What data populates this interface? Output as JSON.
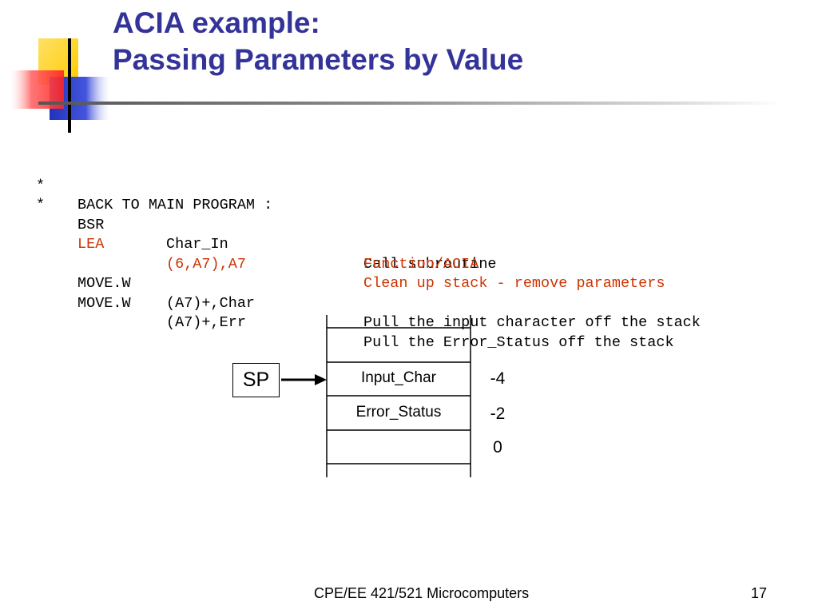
{
  "slide": {
    "title_line1": "ACIA example:",
    "title_line2": "Passing Parameters by Value"
  },
  "code": {
    "lines": [
      {
        "c1": "*",
        "c2": "BACK TO MAIN PROGRAM :",
        "c3": "",
        "c4": "",
        "highlight": false
      },
      {
        "c1": "*",
        "c2": "",
        "c3": "",
        "c4": "",
        "highlight": false
      },
      {
        "c1": "",
        "c2": "BSR",
        "c3": "Char_In",
        "c4": "Call subroutine",
        "highlight": false
      },
      {
        "c1": "",
        "c2": "LEA",
        "c3": "(6,A7),A7",
        "c4": "Clean up stack - remove parameters",
        "highlight": true
      },
      {
        "c1": "",
        "c2": "",
        "c3": "",
        "c4": "Function/ACIA",
        "highlight": true
      },
      {
        "c1": "",
        "c2": "MOVE.W",
        "c3": "(A7)+,Char",
        "c4": "Pull the input character off the stack",
        "highlight": false
      },
      {
        "c1": "",
        "c2": "MOVE.W",
        "c3": "(A7)+,Err",
        "c4": "Pull the Error_Status off the stack",
        "highlight": false
      }
    ],
    "highlight_color": "#cc3300"
  },
  "stack": {
    "pointer_label": "SP",
    "cells": [
      "Input_Char",
      "Error_Status"
    ],
    "offsets": [
      "-4",
      "-2",
      "0"
    ]
  },
  "footer": {
    "course": "CPE/EE 421/521 Microcomputers",
    "page_number": "17"
  },
  "colors": {
    "title": "#333399",
    "logo_yellow": "#ffcc00",
    "logo_red": "#ff3333",
    "logo_blue": "#3333cc"
  }
}
